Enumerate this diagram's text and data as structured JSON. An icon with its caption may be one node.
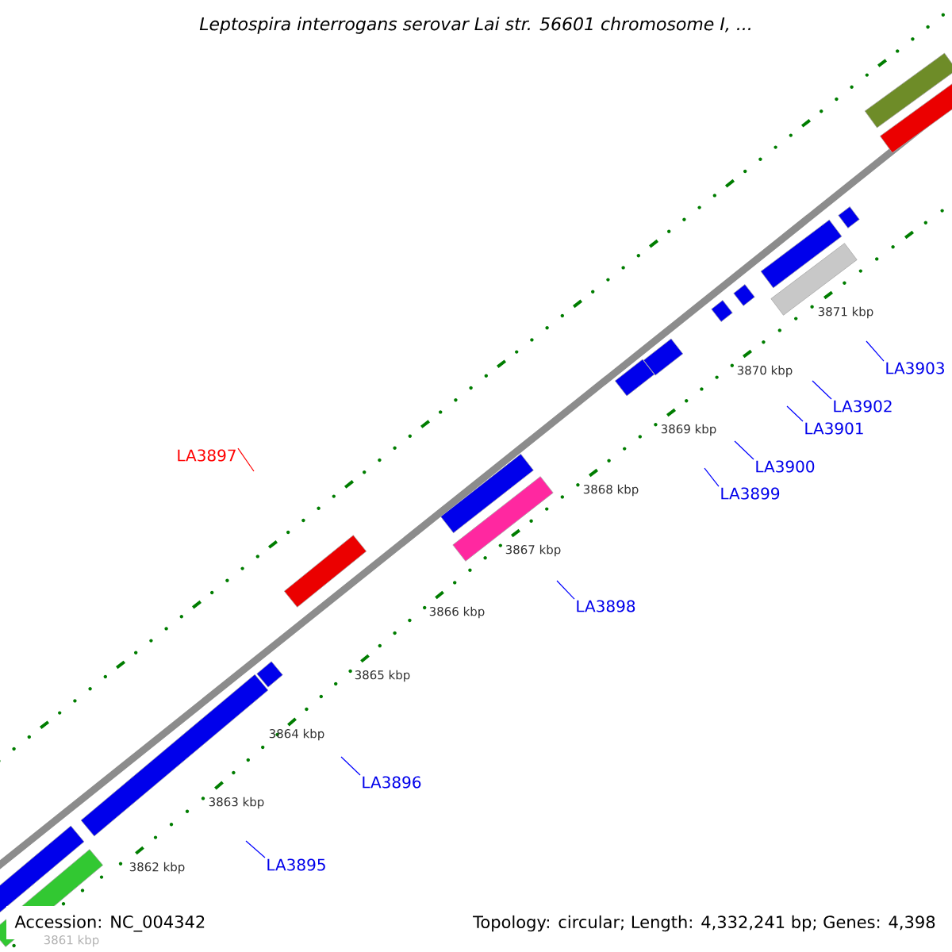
{
  "diagram": {
    "title": "*Leptospira interrogans* serovar Lai str. 56601 chromosome I, ...",
    "nodes": [
      {
        "text": [
          "LA3895"
        ]
      },
      {
        "text": [
          "LA3896"
        ]
      },
      {
        "text": [
          "LA3897"
        ]
      },
      {
        "text": [
          "LA3898"
        ]
      },
      {
        "text": [
          "LA3899"
        ]
      },
      {
        "text": [
          "LA3900"
        ]
      },
      {
        "text": [
          "LA3901"
        ]
      },
      {
        "text": [
          "LA3902"
        ]
      },
      {
        "text": [
          "LA3903"
        ]
      },
      {
        "text": [],
        "shape": "bar"
      },
      {
        "text": [],
        "shape": "bar"
      },
      {
        "text": [],
        "shape": "bar"
      },
      {
        "text": [],
        "shape": "bar"
      },
      {
        "text": [],
        "shape": "bar"
      },
      {
        "text": [],
        "shape": "bar"
      },
      {
        "text": [],
        "shape": "bar"
      },
      {
        "text": [],
        "shape": "bar"
      },
      {
        "text": [],
        "shape": "bar"
      },
      {
        "text": [],
        "shape": "bar"
      },
      {
        "text": [],
        "shape": "bar"
      },
      {
        "text": [],
        "shape": "bar"
      },
      {
        "text": [],
        "shape": "bar"
      },
      {
        "text": [],
        "shape": "bar"
      },
      {
        "text": [],
        "shape": "bar"
      },
      {
        "text": [],
        "shape": "bar"
      }
    ],
    "edges": [
      {
        "from": 0,
        "to": null,
        "arrow": "none"
      },
      {
        "from": 1,
        "to": null,
        "arrow": "none"
      },
      {
        "from": 2,
        "to": null,
        "arrow": "none",
        "color": "#ff0000"
      },
      {
        "from": 3,
        "to": null,
        "arrow": "none"
      },
      {
        "from": 4,
        "to": null,
        "arrow": "none"
      },
      {
        "from": 5,
        "to": null,
        "arrow": "none"
      },
      {
        "from": 6,
        "to": null,
        "arrow": "none"
      },
      {
        "from": 7,
        "to": null,
        "arrow": "none"
      },
      {
        "from": 8,
        "to": null,
        "arrow": "none"
      }
    ],
    "labels": [
      "3861 kbp",
      "3862 kbp",
      "3863 kbp",
      "3864 kbp",
      "3865 kbp",
      "3866 kbp",
      "3867 kbp",
      "3868 kbp",
      "3869 kbp",
      "3870 kbp",
      "3871 kbp",
      "Accession: NC_004342",
      "Topology: circular; Length: 4,332,241 bp; Genes: 4,398"
    ]
  }
}
